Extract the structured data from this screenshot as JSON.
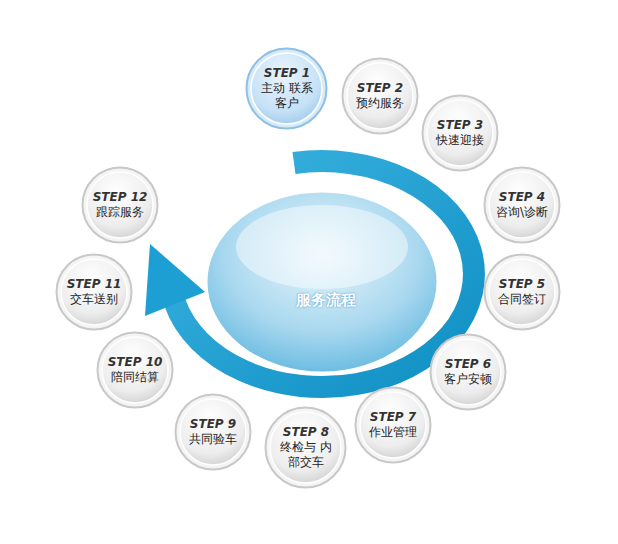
{
  "diagram": {
    "nodes": [
      {
        "text": [
          "STEP 1",
          "主动 联系客户"
        ]
      },
      {
        "text": [
          "STEP 2",
          "预约服务"
        ]
      },
      {
        "text": [
          "STEP 3",
          "快速迎接"
        ]
      },
      {
        "text": [
          "STEP 4",
          "咨询\\诊断"
        ]
      },
      {
        "text": [
          "STEP 5",
          "合同签订"
        ]
      },
      {
        "text": [
          "STEP 6",
          "客户安顿"
        ]
      },
      {
        "text": [
          "STEP 7",
          "作业管理"
        ]
      },
      {
        "text": [
          "STEP 8",
          "终检与 内部交车"
        ]
      },
      {
        "text": [
          "STEP 9",
          "共同验车"
        ]
      },
      {
        "text": [
          "STEP 10",
          "陪同结算"
        ]
      },
      {
        "text": [
          "STEP 11",
          "交车送别"
        ]
      },
      {
        "text": [
          "STEP 12",
          "跟踪服务"
        ]
      },
      {
        "text": [
          "服务流程"
        ]
      }
    ]
  }
}
